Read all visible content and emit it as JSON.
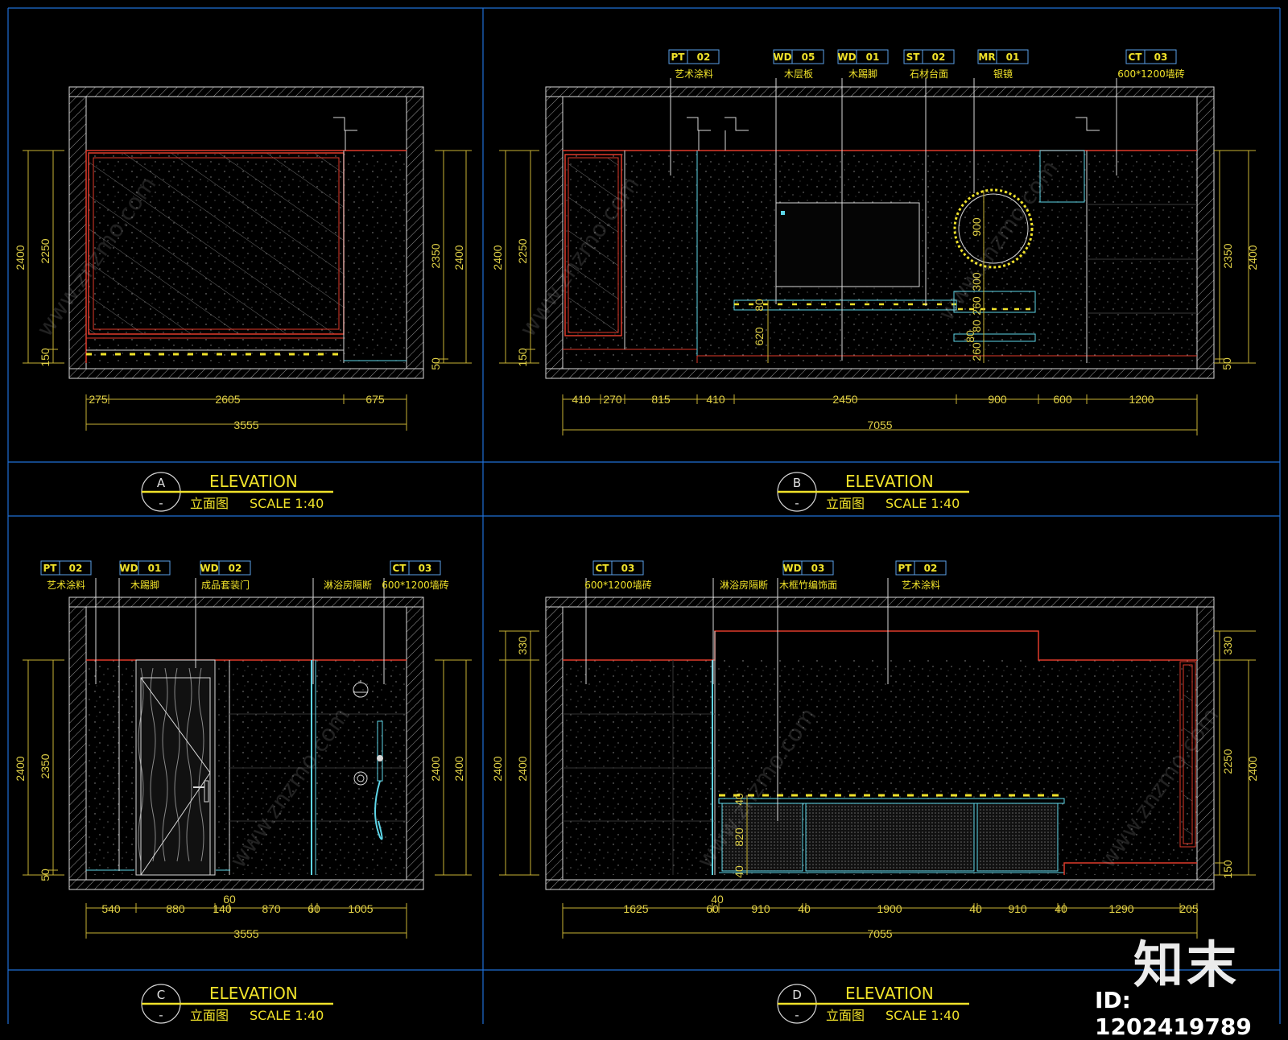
{
  "panels": [
    {
      "letter": "A",
      "sub": "-",
      "title": "ELEVATION",
      "name_cn": "立面图",
      "scale": "SCALE 1:40",
      "bottom_dims": [
        "275",
        "2605",
        "675"
      ],
      "total": "3555",
      "left_dims": [
        "2400",
        "2250",
        "150"
      ],
      "right_dims": [
        "2350",
        "2400",
        "50"
      ],
      "tags": []
    },
    {
      "letter": "B",
      "sub": "-",
      "title": "ELEVATION",
      "name_cn": "立面图",
      "scale": "SCALE 1:40",
      "bottom_dims": [
        "410",
        "270",
        "815",
        "410",
        "2450",
        "900",
        "600",
        "1200"
      ],
      "total": "7055",
      "left_dims": [
        "2400",
        "2250",
        "150"
      ],
      "right_dims": [
        "2350",
        "2400",
        "50"
      ],
      "inner_dims": [
        "900",
        "300",
        "260",
        "80",
        "260",
        "80",
        "620",
        "80"
      ],
      "tags": [
        {
          "code": "PT",
          "num": "02",
          "label": "艺术涂料"
        },
        {
          "code": "WD",
          "num": "05",
          "label": "木层板"
        },
        {
          "code": "WD",
          "num": "01",
          "label": "木踢脚"
        },
        {
          "code": "ST",
          "num": "02",
          "label": "石材台面"
        },
        {
          "code": "MR",
          "num": "01",
          "label": "银镜"
        },
        {
          "code": "CT",
          "num": "03",
          "label": "600*1200墙砖"
        }
      ]
    },
    {
      "letter": "C",
      "sub": "-",
      "title": "ELEVATION",
      "name_cn": "立面图",
      "scale": "SCALE 1:40",
      "bottom_dims": [
        "540",
        "880",
        "140",
        "60",
        "870",
        "60",
        "1005"
      ],
      "total": "3555",
      "left_dims": [
        "2400",
        "2350",
        "50"
      ],
      "right_dims": [
        "2400",
        "2400"
      ],
      "tags": [
        {
          "code": "PT",
          "num": "02",
          "label": "艺术涂料"
        },
        {
          "code": "WD",
          "num": "01",
          "label": "木踢脚"
        },
        {
          "code": "WD",
          "num": "02",
          "label": "成品套装门"
        },
        {
          "code": "",
          "num": "",
          "label": "淋浴房隔断"
        },
        {
          "code": "CT",
          "num": "03",
          "label": "600*1200墙砖"
        }
      ]
    },
    {
      "letter": "D",
      "sub": "-",
      "title": "ELEVATION",
      "name_cn": "立面图",
      "scale": "SCALE 1:40",
      "bottom_dims": [
        "1625",
        "60",
        "40",
        "910",
        "40",
        "1900",
        "40",
        "910",
        "40",
        "1290",
        "205"
      ],
      "total": "7055",
      "left_dims": [
        "330",
        "2400",
        "2400"
      ],
      "right_dims": [
        "330",
        "2250",
        "2400",
        "150"
      ],
      "inner_dims": [
        "40",
        "820",
        "40"
      ],
      "tags": [
        {
          "code": "CT",
          "num": "03",
          "label": "600*1200墙砖"
        },
        {
          "code": "",
          "num": "",
          "label": "淋浴房隔断"
        },
        {
          "code": "WD",
          "num": "03",
          "label": "木框竹编饰面"
        },
        {
          "code": "PT",
          "num": "02",
          "label": "艺术涂料"
        }
      ]
    }
  ],
  "watermark": {
    "brand": "知末",
    "id": "ID: 1202419789"
  },
  "colors": {
    "frame": "#1f6fd6",
    "wall": "#d8d8d8",
    "red": "#e03a2a",
    "cyan": "#5ed6e8",
    "yellow": "#f0e22a",
    "dim": "#c9b233"
  }
}
